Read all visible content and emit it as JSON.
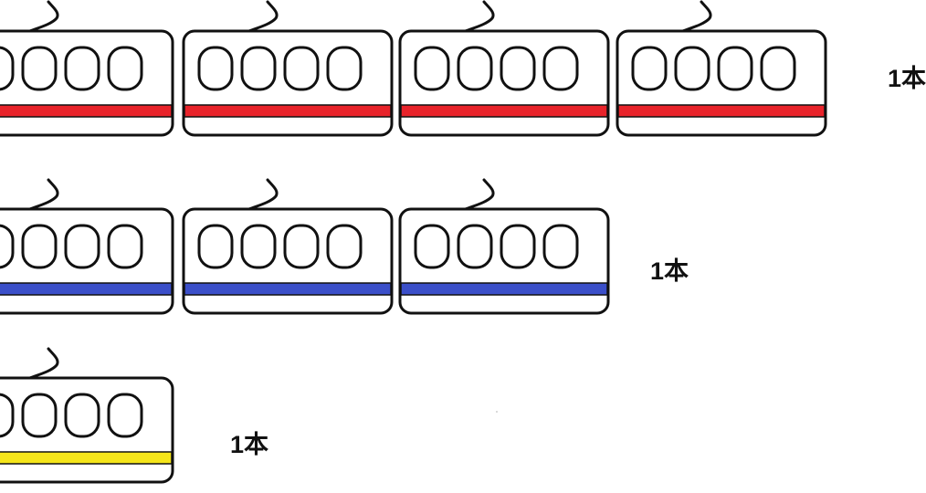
{
  "trains": [
    {
      "line_color": "#e8232a",
      "label": "1本"
    },
    {
      "line_color": "#3b4fc9",
      "label": "1本"
    },
    {
      "line_color": "#f5e51a",
      "label": "1本"
    }
  ],
  "colors": {
    "outline": "#111111",
    "background": "#ffffff"
  }
}
